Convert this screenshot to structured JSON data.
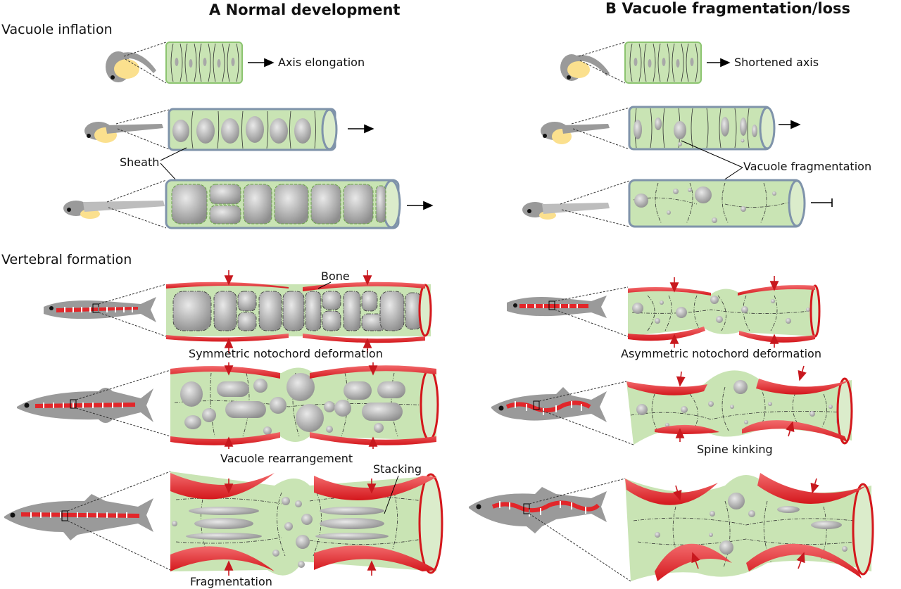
{
  "panels": {
    "a_title": "A  Normal development",
    "b_title": "B Vacuole fragmentation/loss"
  },
  "sections": {
    "vacuole_inflation": "Vacuole inflation",
    "vertebral_formation": "Vertebral formation"
  },
  "labels": {
    "axis_elongation": "Axis elongation",
    "shortened_axis": "Shortened axis",
    "sheath": "Sheath",
    "vacuole_fragmentation": "Vacuole fragmentation",
    "bone": "Bone",
    "symmetric_deformation": "Symmetric notochord deformation",
    "asymmetric_deformation": "Asymmetric notochord deformation",
    "vacuole_rearrangement": "Vacuole rearrangement",
    "spine_kinking": "Spine kinking",
    "stacking": "Stacking",
    "fragmentation": "Fragmentation"
  },
  "colors": {
    "notochord_fill": "#c9e4b4",
    "sheath_stroke": "#7f93aa",
    "vacuole": "#a8a8a8",
    "bone": "#e2262a",
    "yolk": "#fbe08e",
    "fish_body": "#9a9a9a"
  }
}
